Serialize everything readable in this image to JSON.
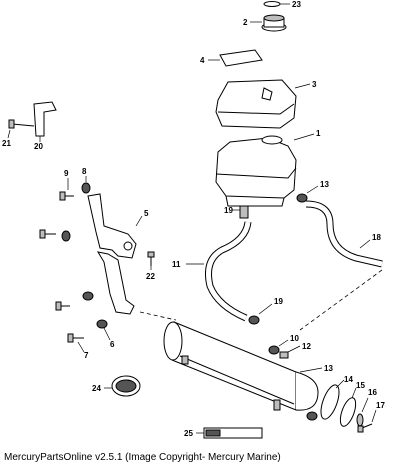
{
  "callouts": [
    "1",
    "2",
    "3",
    "4",
    "5",
    "6",
    "7",
    "8",
    "9",
    "10",
    "11",
    "12",
    "13",
    "13",
    "14",
    "15",
    "16",
    "17",
    "18",
    "19",
    "19",
    "20",
    "21",
    "22",
    "23",
    "24",
    "25"
  ],
  "footer": "MercuryPartsOnline v2.5.1 (Image Copyright- Mercury Marine)"
}
